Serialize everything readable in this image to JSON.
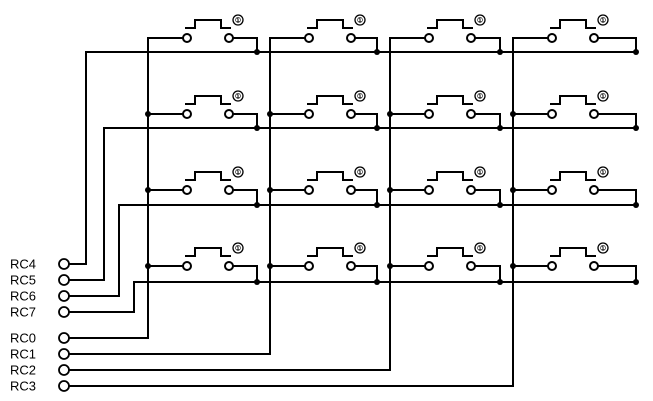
{
  "row_pins": [
    "RC4",
    "RC5",
    "RC6",
    "RC7"
  ],
  "col_pins": [
    "RC0",
    "RC1",
    "RC2",
    "RC3"
  ],
  "switch_marker": "①"
}
